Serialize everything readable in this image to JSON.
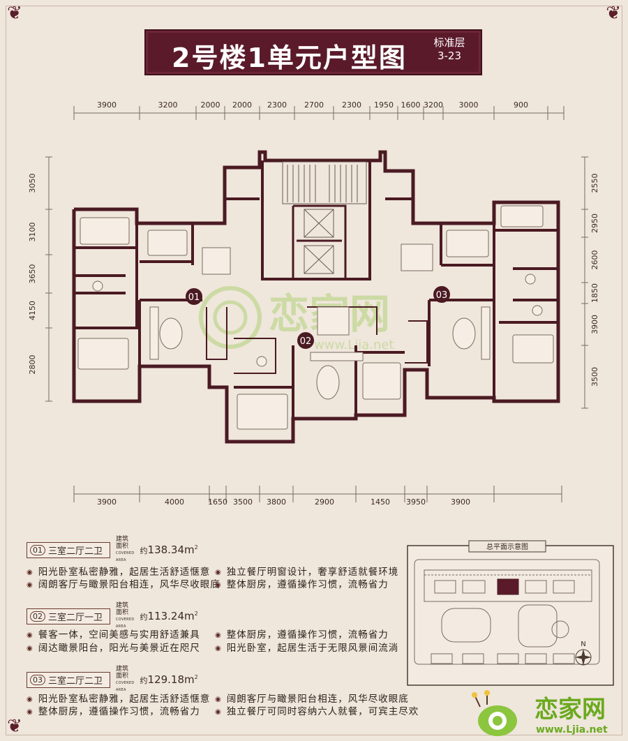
{
  "title": {
    "main": "2号楼1单元户型图",
    "sub_line1": "标准层",
    "sub_line2": "3-23"
  },
  "dimensions": {
    "top": [
      "3900",
      "3200",
      "2000",
      "2000",
      "2300",
      "2700",
      "2300",
      "1950",
      "1600",
      "3200",
      "3000",
      "900"
    ],
    "bottom": [
      "3900",
      "4000",
      "1650",
      "3500",
      "3800",
      "2900",
      "1450",
      "3950",
      "3900"
    ],
    "left": [
      "3050",
      "3100",
      "3650",
      "4150",
      "2800"
    ],
    "right": [
      "2550",
      "2950",
      "2600",
      "1850",
      "3900",
      "3500"
    ]
  },
  "plan_labels": {
    "unit01": "01",
    "unit02": "02",
    "unit03": "03"
  },
  "units": [
    {
      "num": "01",
      "type": "三室二厅二卫",
      "area_label": "建筑面积",
      "area_label_en": "COVERED AREA",
      "area_prefix": "约",
      "area_value": "138.34m",
      "area_unit_sup": "2",
      "features": [
        "阳光卧室私密静雅，起居生活舒适惬意",
        "独立餐厅明窗设计，奢享舒适就餐环境",
        "阔朗客厅与瞰景阳台相连，风华尽收眼底",
        "整体厨房，遵循操作习惯，流畅省力"
      ]
    },
    {
      "num": "02",
      "type": "三室二厅一卫",
      "area_label": "建筑面积",
      "area_label_en": "COVERED AREA",
      "area_prefix": "约",
      "area_value": "113.24m",
      "area_unit_sup": "2",
      "features": [
        "餐客一体，空间美感与实用舒适兼具",
        "整体厨房，遵循操作习惯，流畅省力",
        "阔达瞰景阳台，阳光与美景近在咫尺",
        "阳光卧室，起居生活于无限风景间流淌"
      ]
    },
    {
      "num": "03",
      "type": "三室二厅二卫",
      "area_label": "建筑面积",
      "area_label_en": "COVERED AREA",
      "area_prefix": "约",
      "area_value": "129.18m",
      "area_unit_sup": "2",
      "features": [
        "阳光卧室私密静雅，起居生活舒适惬意",
        "阔朗客厅与瞰景阳台相连，风华尽收眼底",
        "整体厨房，遵循操作习惯，流畅省力",
        "独立餐厅可同时容纳六人就餐，可宾主尽欢"
      ]
    }
  ],
  "site_plan": {
    "title": "总平面示意图",
    "north": "N"
  },
  "watermark": {
    "brand": "恋家网",
    "url": "www.Ljia.net"
  },
  "colors": {
    "title_band": "#5a1a2a",
    "wall": "#4a1a22",
    "background": "#efe6dc",
    "logo_green": "#6aa91e"
  }
}
